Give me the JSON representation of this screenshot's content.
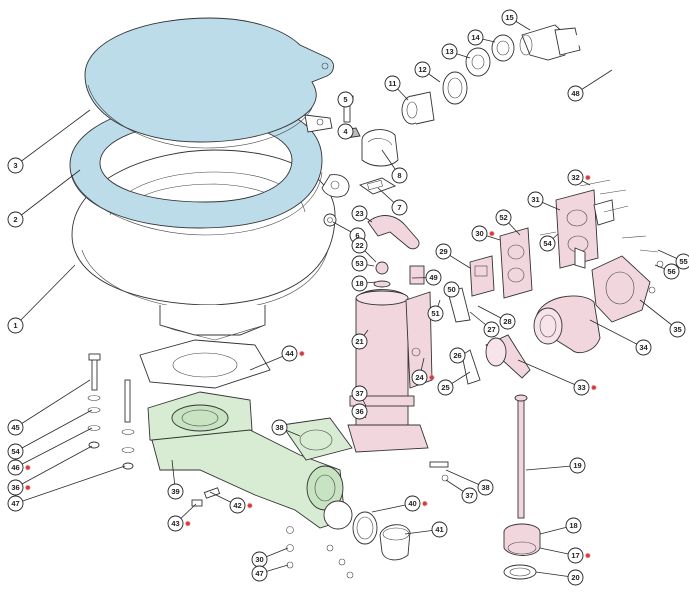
{
  "colors": {
    "lid_blue": "#bcdce9",
    "pump_pink": "#f2d6de",
    "base_green": "#d7ecd2",
    "outline": "#333333",
    "star_red": "#d23c3c"
  },
  "labels": [
    {
      "id": "1",
      "t": "1"
    },
    {
      "id": "2",
      "t": "2"
    },
    {
      "id": "3",
      "t": "3"
    },
    {
      "id": "4",
      "t": "4"
    },
    {
      "id": "5",
      "t": "5"
    },
    {
      "id": "6",
      "t": "6"
    },
    {
      "id": "7",
      "t": "7"
    },
    {
      "id": "8",
      "t": "8"
    },
    {
      "id": "11",
      "t": "11"
    },
    {
      "id": "12",
      "t": "12"
    },
    {
      "id": "13",
      "t": "13"
    },
    {
      "id": "14",
      "t": "14"
    },
    {
      "id": "15",
      "t": "15"
    },
    {
      "id": "48",
      "t": "48"
    },
    {
      "id": "32",
      "t": "32"
    },
    {
      "id": "31",
      "t": "31"
    },
    {
      "id": "52",
      "t": "52"
    },
    {
      "id": "30a",
      "t": "30"
    },
    {
      "id": "29",
      "t": "29"
    },
    {
      "id": "23",
      "t": "23"
    },
    {
      "id": "22",
      "t": "22"
    },
    {
      "id": "53",
      "t": "53"
    },
    {
      "id": "18a",
      "t": "18"
    },
    {
      "id": "49",
      "t": "49"
    },
    {
      "id": "50",
      "t": "50"
    },
    {
      "id": "51",
      "t": "51"
    },
    {
      "id": "27",
      "t": "27"
    },
    {
      "id": "26",
      "t": "26"
    },
    {
      "id": "28",
      "t": "28"
    },
    {
      "id": "21",
      "t": "21"
    },
    {
      "id": "24",
      "t": "24"
    },
    {
      "id": "25",
      "t": "25"
    },
    {
      "id": "33",
      "t": "33"
    },
    {
      "id": "34",
      "t": "34"
    },
    {
      "id": "35",
      "t": "35"
    },
    {
      "id": "55",
      "t": "55"
    },
    {
      "id": "56",
      "t": "56"
    },
    {
      "id": "54",
      "t": "54"
    },
    {
      "id": "37a",
      "t": "37"
    },
    {
      "id": "36a",
      "t": "36"
    },
    {
      "id": "19",
      "t": "19"
    },
    {
      "id": "38a",
      "t": "38"
    },
    {
      "id": "37b",
      "t": "37"
    },
    {
      "id": "44",
      "t": "44"
    },
    {
      "id": "45",
      "t": "45"
    },
    {
      "id": "54b",
      "t": "54"
    },
    {
      "id": "46",
      "t": "46"
    },
    {
      "id": "36b",
      "t": "36"
    },
    {
      "id": "47",
      "t": "47"
    },
    {
      "id": "38b",
      "t": "38"
    },
    {
      "id": "39",
      "t": "39"
    },
    {
      "id": "40",
      "t": "40"
    },
    {
      "id": "41",
      "t": "41"
    },
    {
      "id": "42",
      "t": "42"
    },
    {
      "id": "43",
      "t": "43"
    },
    {
      "id": "30b",
      "t": "30"
    },
    {
      "id": "47b",
      "t": "47"
    },
    {
      "id": "18b",
      "t": "18"
    },
    {
      "id": "17",
      "t": "17"
    },
    {
      "id": "20",
      "t": "20"
    }
  ]
}
